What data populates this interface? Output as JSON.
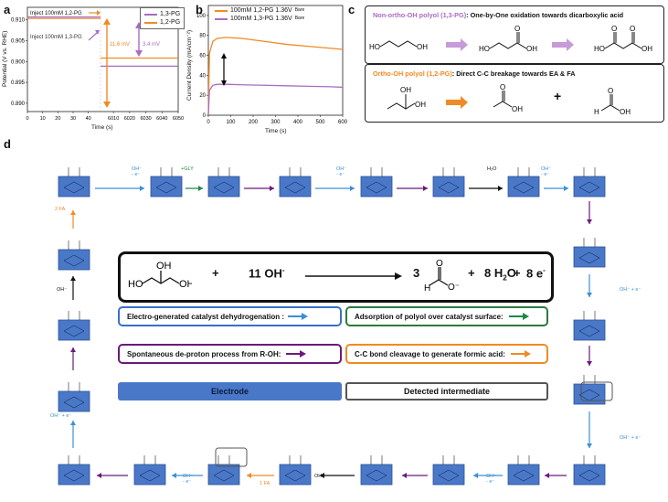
{
  "panels": {
    "a": "a",
    "b": "b",
    "c": "c",
    "d": "d"
  },
  "colors": {
    "orange": "#f08a24",
    "purple": "#a86cc1",
    "blue": "#3a8fd6",
    "green": "#1a8a4a",
    "dark_purple": "#6a1a7a",
    "electrode": "#4a78c8"
  },
  "chart_data": [
    {
      "type": "line",
      "panel": "a",
      "ylabel": "Potential (V vs. RHE)",
      "xlabel": "Time (s)",
      "x_ticks": [
        "0",
        "10",
        "20",
        "30",
        "40",
        "6010",
        "6020",
        "6030",
        "6040",
        "6050"
      ],
      "y_ticks": [
        "0.890",
        "0.895",
        "0.900",
        "0.905",
        "0.910"
      ],
      "ylim": [
        0.888,
        0.913
      ],
      "series": [
        {
          "name": "1,3-PG",
          "color": "#a86cc1",
          "segments": [
            {
              "y": 0.9105,
              "from": 0,
              "to": 48
            },
            {
              "y": 0.8987,
              "from": 6002,
              "to": 6050
            }
          ]
        },
        {
          "name": "1,2-PG",
          "color": "#f08a24",
          "segments": [
            {
              "y": 0.9105,
              "from": 0,
              "to": 48
            },
            {
              "y": 0.901,
              "from": 6002,
              "to": 6050
            }
          ]
        }
      ],
      "annotations": {
        "inject_12": "Inject 100mM 1,2-PG",
        "inject_13": "Inject 100mM 1,3-PG",
        "delta_12": "11.6 mV",
        "delta_13": "3.4 mV"
      }
    },
    {
      "type": "line",
      "panel": "b",
      "ylabel": "Current Density (mA/cm⁻²)",
      "xlabel": "Time (s)",
      "x_ticks": [
        "0",
        "100",
        "200",
        "300",
        "400",
        "500",
        "600"
      ],
      "y_ticks": [
        "0",
        "20",
        "40",
        "60",
        "80",
        "100"
      ],
      "xlim": [
        0,
        600
      ],
      "ylim": [
        0,
        110
      ],
      "series": [
        {
          "name": "100mM 1,2-PG 1.36V",
          "color": "#f08a24",
          "x": [
            0,
            5,
            20,
            40,
            80,
            150,
            250,
            350,
            450,
            550,
            600
          ],
          "y": [
            0,
            62,
            74,
            77,
            78,
            77,
            74,
            71,
            69,
            67,
            66
          ]
        },
        {
          "name": "100mM 1,3-PG 1.36V",
          "color": "#a86cc1",
          "x": [
            0,
            5,
            20,
            40,
            80,
            150,
            250,
            350,
            450,
            550,
            600
          ],
          "y": [
            0,
            25,
            30,
            31,
            31,
            30.5,
            30,
            29.5,
            29,
            28.5,
            28
          ]
        }
      ],
      "legend_subscript": "Bare"
    }
  ],
  "panel_c": {
    "box1_label_colored": "Non-ortho-OH polyol (1,3-PG)",
    "box1_label_rest": ": One-by-One oxidation towards dicarboxylic acid",
    "box2_label_colored": "Ortho-OH polyol (1,2-PG)",
    "box2_label_rest": ": Direct C-C breakage towards EA & FA",
    "plus": "+"
  },
  "equation": {
    "coef1": "+",
    "oh": "11 OH",
    "oh_sup": "-",
    "product_coef": "3",
    "plus2": "+",
    "water": "8 H",
    "water_sub": "2",
    "water_o": "O",
    "plus3": "+",
    "electrons": "8 e",
    "electrons_sup": "-"
  },
  "legend": {
    "dehydrogenation": "Electro-generated catalyst dehydrogenation :",
    "adsorption": "Adsorption of polyol over catalyst surface:",
    "deproton": "Spontaneous de-proton process from R-OH:",
    "cleavage": "C-C bond cleavage to generate formic acid:",
    "electrode": "Electrode",
    "intermediate": "Detected intermediate"
  },
  "steps": {
    "oh_e": "OH⁻",
    "minus_e": "- e⁻",
    "gly": "+GLY",
    "h2o": "H₂O",
    "two_fa": "2 FA",
    "one_fa": "1 FA",
    "oh_minus": "OH⁻",
    "oh_e_combined": "OH⁻ + e⁻"
  }
}
